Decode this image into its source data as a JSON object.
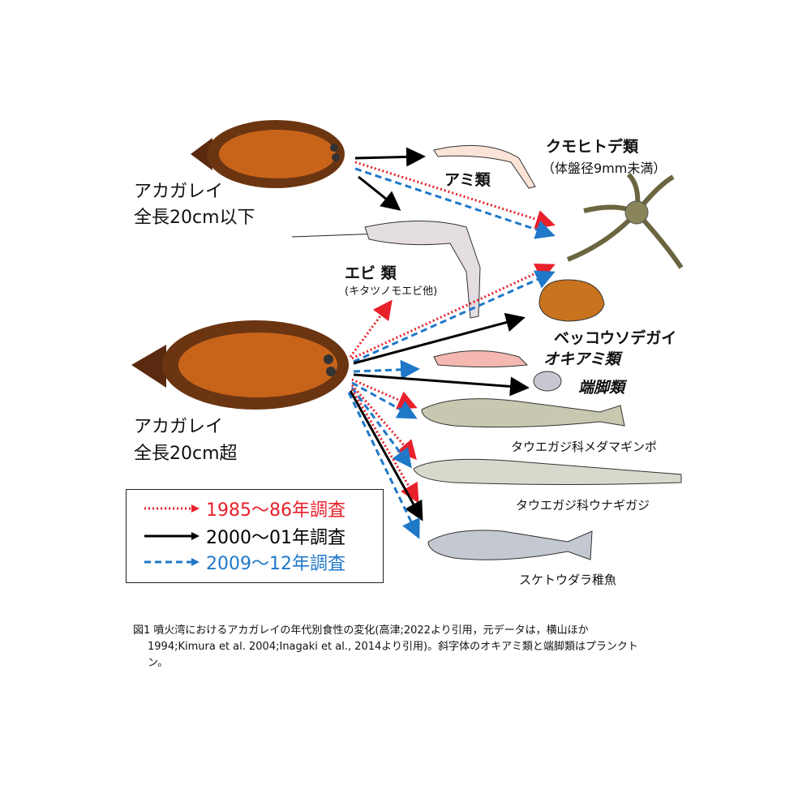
{
  "predators": {
    "small": {
      "name": "アカガレイ",
      "size": "全長20cm以下"
    },
    "large": {
      "name": "アカガレイ",
      "size": "全長20cm超"
    }
  },
  "prey": {
    "mysid": "アミ類",
    "brittle_star": "クモヒトデ類",
    "brittle_star_note": "（体盤径9mm未満）",
    "shrimp": "エビ 類",
    "shrimp_note": "(キタツノモエビ他)",
    "clam": "ベッコウソデガイ",
    "krill": "オキアミ類",
    "amphipod": "端脚類",
    "eelpout1": "タウエガジ科メダマギンポ",
    "eelpout2": "タウエガジ科ウナギガジ",
    "pollock": "スケトウダラ稚魚"
  },
  "legend": [
    {
      "label": "1985～86年調査",
      "color": "#e8202a",
      "style": "dotted"
    },
    {
      "label": "2000～01年調査",
      "color": "#000000",
      "style": "solid"
    },
    {
      "label": "2009～12年調査",
      "color": "#1f78c8",
      "style": "dashed"
    }
  ],
  "caption": {
    "line1": "図1  噴火湾におけるアカガレイの年代別食性の変化(高津;2022より引用，元データは，横山ほか",
    "line2": "1994;Kimura et al. 2004;Inagaki et al., 2014より引用)。斜字体のオキアミ類と端脚類はプランクト",
    "line3": "ン。"
  }
}
